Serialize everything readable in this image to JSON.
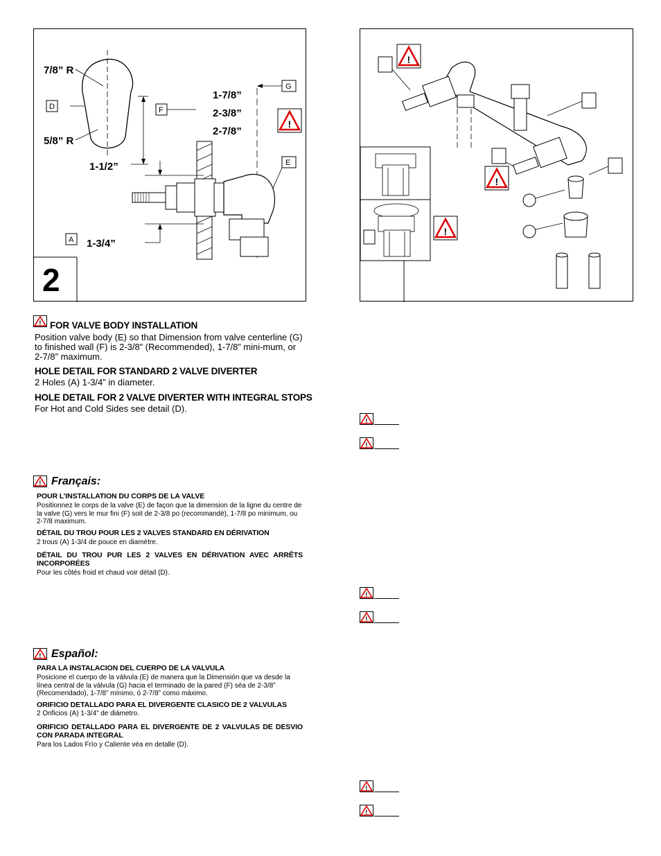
{
  "figure_left": {
    "step_number": "2",
    "dims": {
      "r_top": "7/8” R",
      "r_bottom": "5/8” R",
      "height": "1-1/2”",
      "min": "1-7/8”",
      "recommended": "2-3/8”",
      "max": "2-7/8”",
      "hole": "1-3/4”"
    },
    "labels": {
      "d": "D",
      "f": "F",
      "g": "G",
      "e": "E",
      "a": "A"
    }
  },
  "english": {
    "h1": "FOR VALVE BODY INSTALLATION",
    "p1": "Position valve body (E) so that Dimension from valve centerline (G) to finished wall (F) is 2-3/8” (Recommended), 1-7/8” mini-mum, or 2-7/8” maximum.",
    "h2": "HOLE DETAIL FOR STANDARD 2 VALVE DIVERTER",
    "p2": "2 Holes (A) 1-3/4” in diameter.",
    "h3": "HOLE DETAIL FOR 2 VALVE DIVERTER WITH INTEGRAL STOPS",
    "p3": "For Hot and Cold Sides see detail (D)."
  },
  "french": {
    "title": "Français:",
    "h1": "POUR L’INSTALLATION DU CORPS DE LA VALVE",
    "p1": "Positionnez le corps de la valve (E) de façon que la dimension de la ligne du centre de la valve (G) vers le mur fini (F) soit de 2-3/8 po (recommandé), 1-7/8 po minimum, ou 2-7/8 maximum.",
    "h2": "DÉTAIL DU TROU POUR LES 2 VALVES STANDARD EN DÉRIVATION",
    "p2": "2 trous (A) 1-3/4 de pouce en diamètre.",
    "h3": "DÉTAIL DU TROU PUR LES 2 VALVES EN DÉRIVATION AVEC ARRÊTS INCORPORÉES",
    "p3": "Pour les côtés froid et chaud voir détail (D)."
  },
  "spanish": {
    "title": "Español:",
    "h1": "PARA LA INSTALACION DEL CUERPO DE LA VALVULA",
    "p1": "Posicione el cuerpo de la válvula (E) de manera que la Dimensión que va desde la línea central de la válvula (G) hacia el terminado de la pared (F) séa de 2-3/8” (Recomendado), 1-7/8” mínimo, ó 2-7/8” como máximo.",
    "h2": "ORIFICIO DETALLADO PARA EL DIVERGENTE CLASICO DE 2 VALVULAS",
    "p2": "2 Orificios (A) 1-3/4” de diámetro.",
    "h3": "ORIFICIO DETALLADO PARA EL DIVERGENTE DE 2 VALVULAS DE DESVIO CON PARADA INTEGRAL",
    "p3": "Para los Lados Frío y Caliente véa en detalle (D)."
  },
  "icons": {
    "warning": "warning-triangle-icon"
  }
}
